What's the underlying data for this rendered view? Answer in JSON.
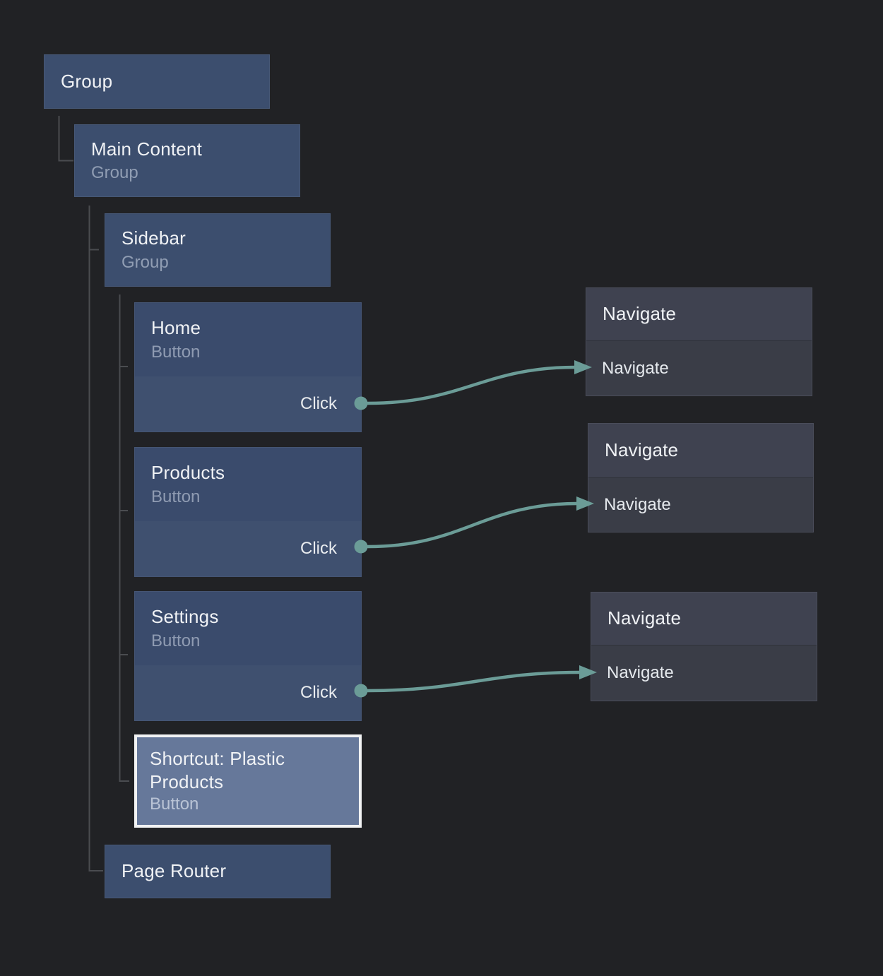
{
  "nodes": {
    "group_root": {
      "title": "Group"
    },
    "main_content": {
      "title": "Main Content",
      "subtitle": "Group"
    },
    "sidebar": {
      "title": "Sidebar",
      "subtitle": "Group"
    },
    "home": {
      "title": "Home",
      "subtitle": "Button",
      "output_port": "Click"
    },
    "products": {
      "title": "Products",
      "subtitle": "Button",
      "output_port": "Click"
    },
    "settings": {
      "title": "Settings",
      "subtitle": "Button",
      "output_port": "Click"
    },
    "shortcut_plastic_products": {
      "title": "Shortcut: Plastic Products",
      "subtitle": "Button",
      "selected": true
    },
    "page_router": {
      "title": "Page Router"
    },
    "navigate_1": {
      "title": "Navigate",
      "input_port": "Navigate"
    },
    "navigate_2": {
      "title": "Navigate",
      "input_port": "Navigate"
    },
    "navigate_3": {
      "title": "Navigate",
      "input_port": "Navigate"
    }
  },
  "hierarchy": {
    "group_root": [
      "main_content"
    ],
    "main_content": [
      "sidebar",
      "page_router"
    ],
    "sidebar": [
      "home",
      "products",
      "settings",
      "shortcut_plastic_products"
    ]
  },
  "edges": [
    {
      "from": "home",
      "from_port": "Click",
      "to": "navigate_1",
      "to_port": "Navigate"
    },
    {
      "from": "products",
      "from_port": "Click",
      "to": "navigate_2",
      "to_port": "Navigate"
    },
    {
      "from": "settings",
      "from_port": "Click",
      "to": "navigate_3",
      "to_port": "Navigate"
    }
  ],
  "colors": {
    "canvas_bg": "#212225",
    "node_blue": "#3c4e6e",
    "node_blue_header": "#3a4b6c",
    "node_blue_body": "#3f506f",
    "navigate_header": "#3f4250",
    "navigate_body": "#3a3d47",
    "shortcut_bg": "#66789a",
    "selection_border": "#f2f3f4",
    "wire_teal": "#6b9c97",
    "tree_line": "#4a4c50"
  }
}
